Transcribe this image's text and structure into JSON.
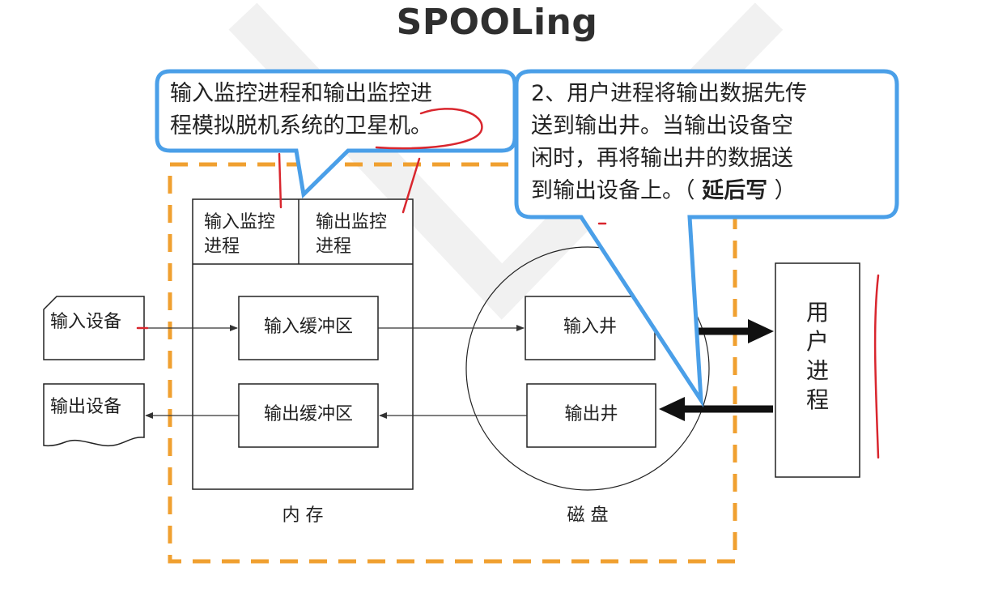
{
  "title": "SPOOLing",
  "callout_left": {
    "line1": "输入监控进程和输出监控进",
    "line2": "程模拟脱机系统的卫星机。"
  },
  "callout_right": {
    "line1": "2、用户进程将输出数据先传",
    "line2": "送到输出井。当输出设备空",
    "line3": "闲时，再将输出井的数据送",
    "line4_prefix": "到输出设备上。（ ",
    "line4_bold": "延后写",
    "line4_suffix": " ）"
  },
  "memory": {
    "input_monitor_line1": "输入监控",
    "input_monitor_line2": "进程",
    "output_monitor_line1": "输出监控",
    "output_monitor_line2": "进程",
    "input_buffer": "输入缓冲区",
    "output_buffer": "输出缓冲区",
    "label": "内 存"
  },
  "disk": {
    "input_well": "输入井",
    "output_well": "输出井",
    "label": "磁 盘"
  },
  "devices": {
    "input": "输入设备",
    "output": "输出设备"
  },
  "user_process": [
    "用",
    "户",
    "进",
    "程"
  ],
  "colors": {
    "dashed_border": "#f0a030",
    "callout_border": "#4a9fe8",
    "annotation_red": "#d9262e",
    "watermark": "#efefef"
  }
}
